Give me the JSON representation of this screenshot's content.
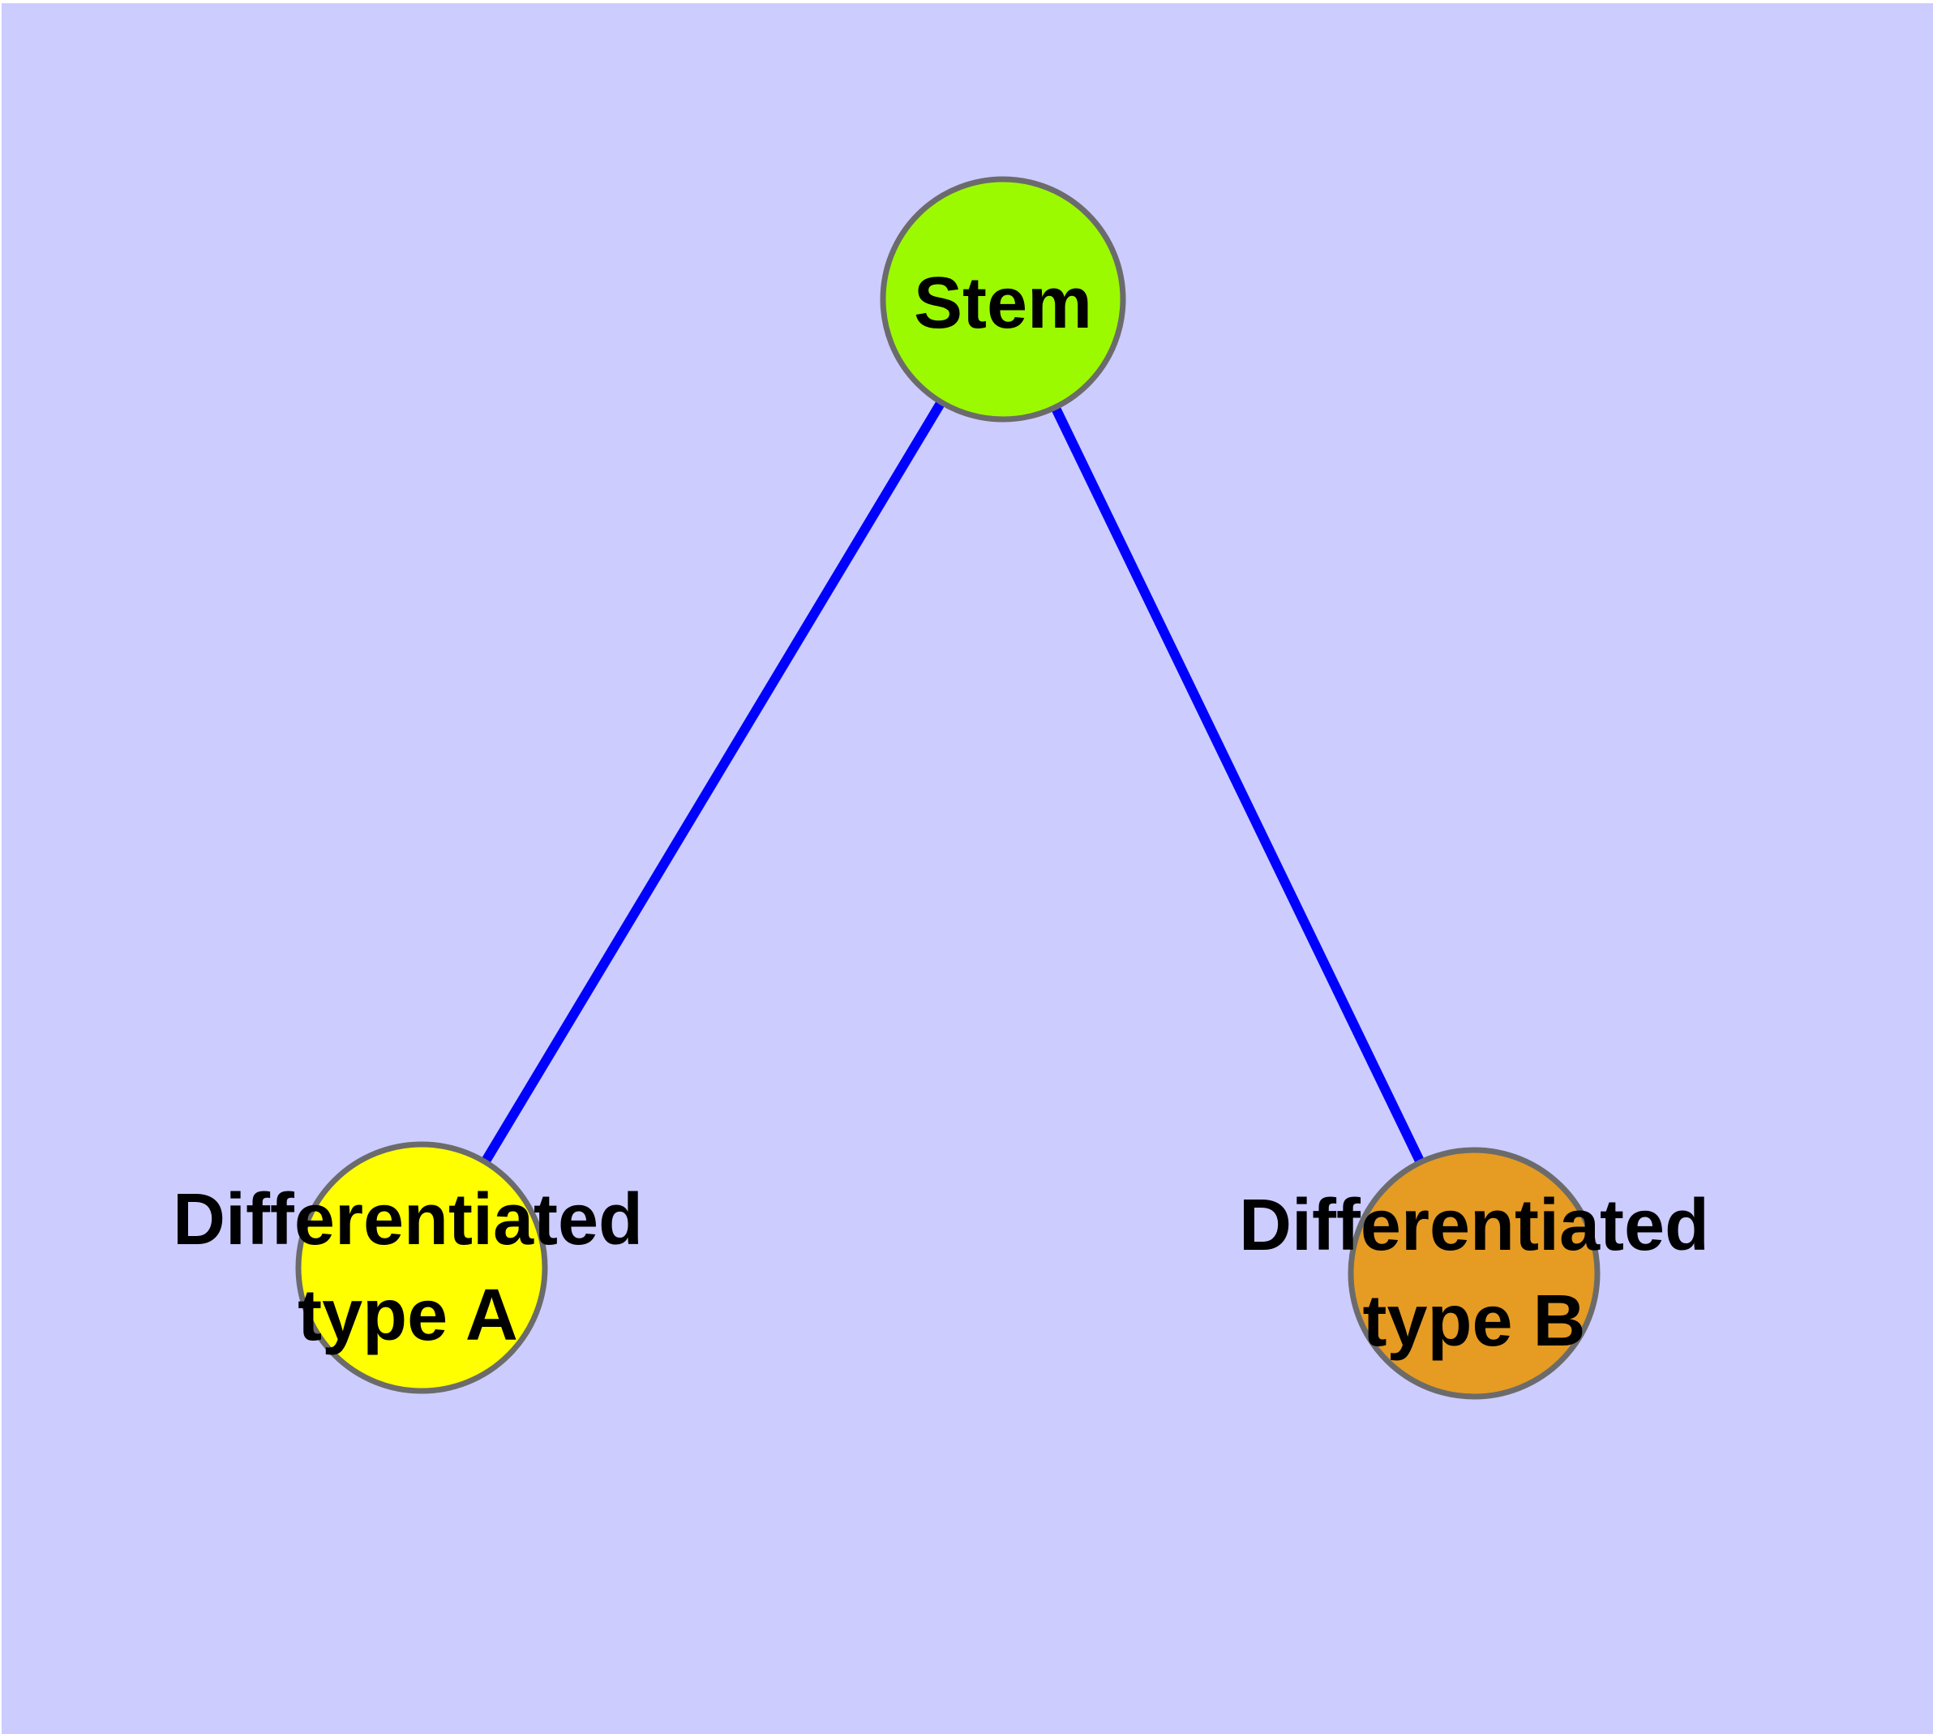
{
  "page": {
    "background_color": "#FFFFFF"
  },
  "diagram": {
    "type": "graph",
    "description": "Stem cell differentiation tree",
    "background_color": "#CCCCFF",
    "edge_color": "#0000FF",
    "node_border_color": "#6B6B6B",
    "text_color": "#000000",
    "nodes": [
      {
        "id": "stem",
        "label": "Stem",
        "fill": "#9BFA00"
      },
      {
        "id": "differentiated-type-a",
        "label_lines": [
          "Differentiated",
          "type A"
        ],
        "fill": "#FFFF00"
      },
      {
        "id": "differentiated-type-b",
        "label_lines": [
          "Differentiated",
          "type B"
        ],
        "fill": "#E69B23"
      }
    ],
    "edges": [
      {
        "from": "Stem",
        "to": "Differentiated type A"
      },
      {
        "from": "Stem",
        "to": "Differentiated type B"
      }
    ]
  }
}
